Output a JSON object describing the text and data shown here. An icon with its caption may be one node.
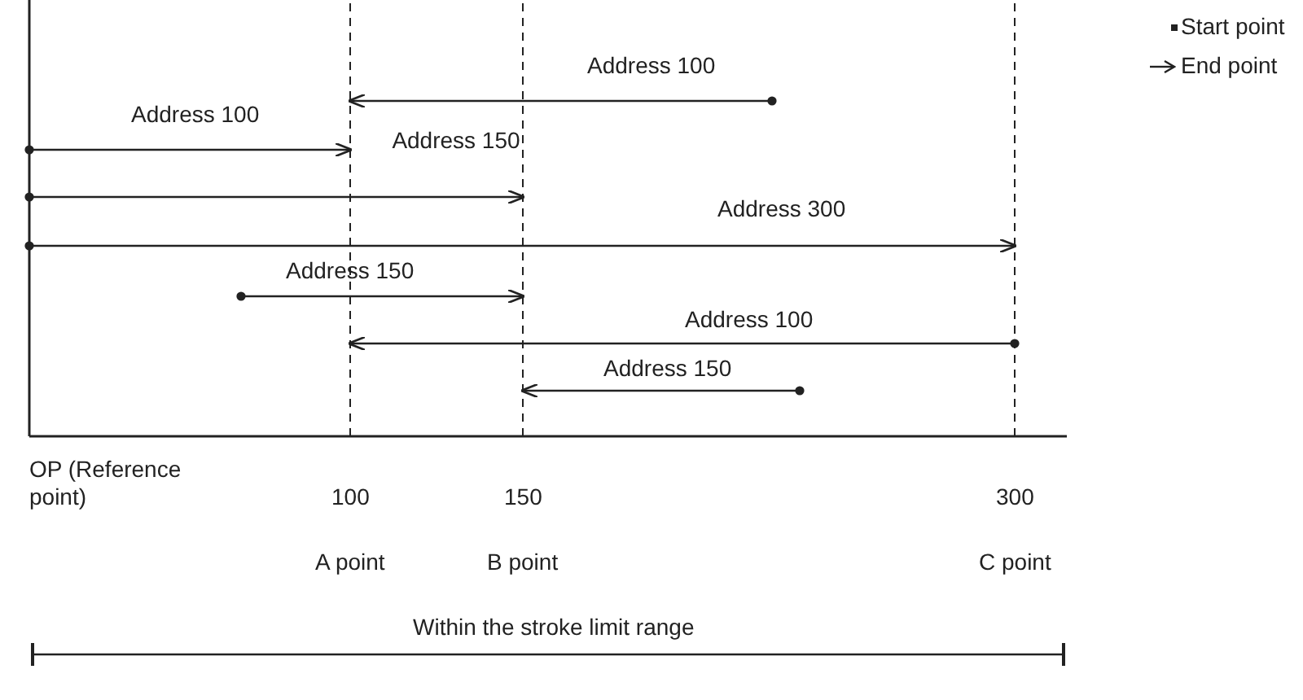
{
  "diagram": {
    "labels": [
      "Address 100",
      "Address 100",
      "Address 150",
      "Address 300",
      "Address 150",
      "Address 100",
      "Address 150",
      "OP (Reference point)",
      "100",
      "150",
      "300",
      "A point",
      "B point",
      "C point",
      "Within the stroke limit range"
    ],
    "legend": [
      {
        "text": "Start point"
      },
      {
        "text": "End point"
      }
    ]
  }
}
